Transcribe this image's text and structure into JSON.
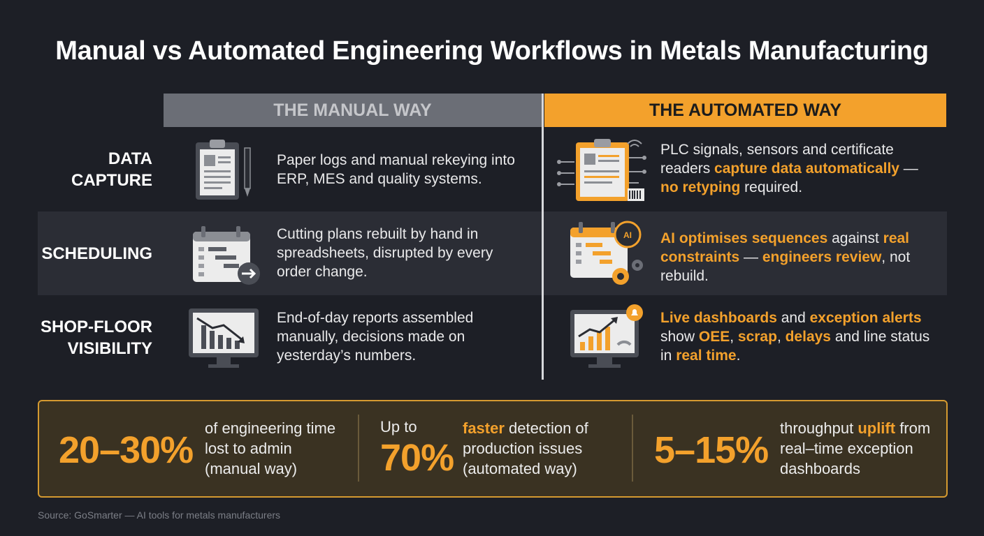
{
  "title": "Manual vs Automated Engineering Workflows in Metals Manufacturing",
  "columns": {
    "manual": "THE MANUAL WAY",
    "automated": "THE AUTOMATED WAY"
  },
  "rows": [
    {
      "label": "DATA CAPTURE",
      "manual_icon": "clipboard-pen-icon",
      "manual_text": "Paper logs and manual rekeying into ERP, MES and quality systems.",
      "auto_icon": "connected-clipboard-icon",
      "auto_segments": [
        {
          "t": "PLC signals, sensors and certificate readers ",
          "hl": false
        },
        {
          "t": "capture data automatically",
          "hl": true
        },
        {
          "t": " — ",
          "hl": false
        },
        {
          "t": "no retyping",
          "hl": true
        },
        {
          "t": " required.",
          "hl": false
        }
      ]
    },
    {
      "label": "SCHEDULING",
      "manual_icon": "calendar-gantt-icon",
      "manual_text": "Cutting plans rebuilt by hand in spreadsheets, disrupted by every order change.",
      "auto_icon": "ai-calendar-gear-icon",
      "auto_segments": [
        {
          "t": "AI optimises sequences",
          "hl": true
        },
        {
          "t": " against ",
          "hl": false
        },
        {
          "t": "real constraints",
          "hl": true
        },
        {
          "t": " — ",
          "hl": false
        },
        {
          "t": "engineers review",
          "hl": true
        },
        {
          "t": ", not rebuild.",
          "hl": false
        }
      ]
    },
    {
      "label": "SHOP-FLOOR VISIBILITY",
      "manual_icon": "monitor-declining-chart-icon",
      "manual_text": "End-of-day reports assembled manually, decisions made on yesterday’s numbers.",
      "auto_icon": "monitor-rising-chart-alert-icon",
      "auto_segments": [
        {
          "t": "Live dashboards",
          "hl": true
        },
        {
          "t": " and ",
          "hl": false
        },
        {
          "t": "exception alerts",
          "hl": true
        },
        {
          "t": " show ",
          "hl": false
        },
        {
          "t": "OEE",
          "hl": true
        },
        {
          "t": ", ",
          "hl": false
        },
        {
          "t": "scrap",
          "hl": true
        },
        {
          "t": ", ",
          "hl": false
        },
        {
          "t": "delays",
          "hl": true
        },
        {
          "t": " and line status in ",
          "hl": false
        },
        {
          "t": "real time",
          "hl": true
        },
        {
          "t": ".",
          "hl": false
        }
      ]
    }
  ],
  "stats": [
    {
      "value": "20–30%",
      "segments": [
        {
          "t": "of engineering time lost to admin (manual way)",
          "hl": false
        }
      ]
    },
    {
      "prefix": "Up to",
      "value": "70%",
      "segments": [
        {
          "t": "faster",
          "hl": true
        },
        {
          "t": " detection of production issues (automated way)",
          "hl": false
        }
      ]
    },
    {
      "value": "5–15%",
      "segments": [
        {
          "t": "throughput ",
          "hl": false
        },
        {
          "t": "uplift",
          "hl": true
        },
        {
          "t": " from real–time exception dashboards",
          "hl": false
        }
      ]
    }
  ],
  "source": "Source: GoSmarter — AI tools for metals manufacturers",
  "colors": {
    "background": "#1d1f26",
    "accent": "#f3a12c",
    "manual_header": "#6b6e76",
    "band": "#2b2d35",
    "stats_border": "#d59a30"
  }
}
